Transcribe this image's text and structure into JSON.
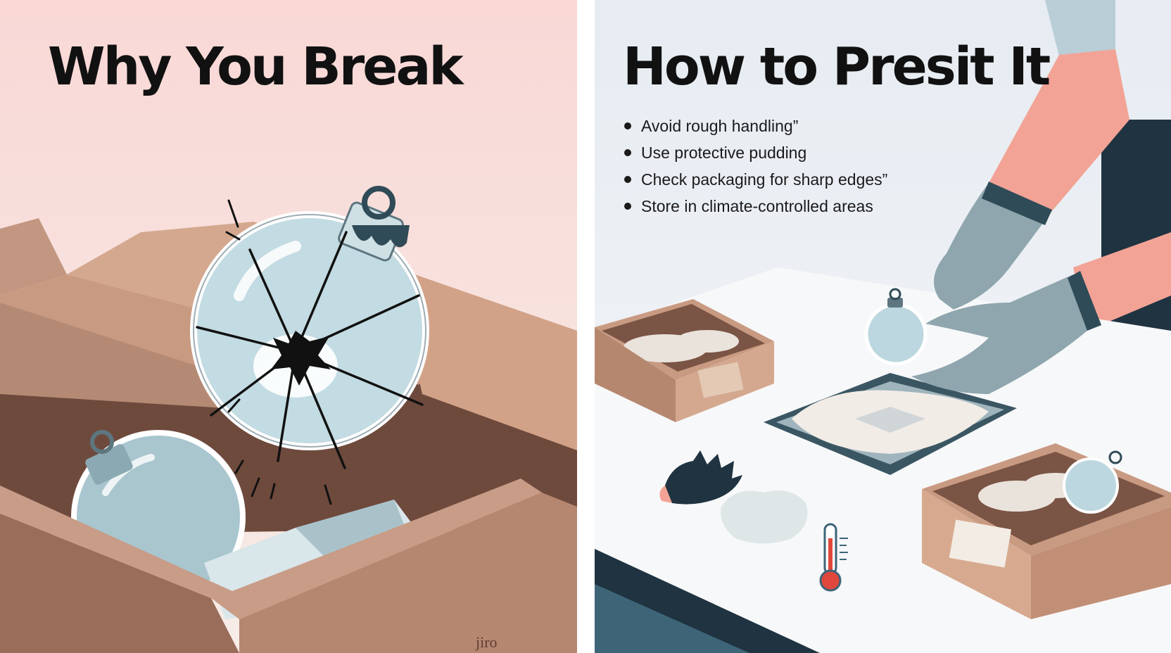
{
  "left_panel": {
    "heading": "Why You Break"
  },
  "right_panel": {
    "heading": "How to Presit It",
    "tips": [
      "Avoid rough handling”",
      "Use protective pudding",
      "Check packaging for sharp edges”",
      "Store in climate-controlled areas"
    ]
  },
  "colors": {
    "cardboard": "#c99a82",
    "cardboard_dark": "#7a5444",
    "glass": "#bcd7df",
    "glove": "#8fa6ae",
    "sleeve": "#f2a396",
    "thermometer_red": "#e0473c"
  },
  "icons": [
    "crack-icon",
    "ornament-icon",
    "glove-icon",
    "thermometer-icon"
  ]
}
